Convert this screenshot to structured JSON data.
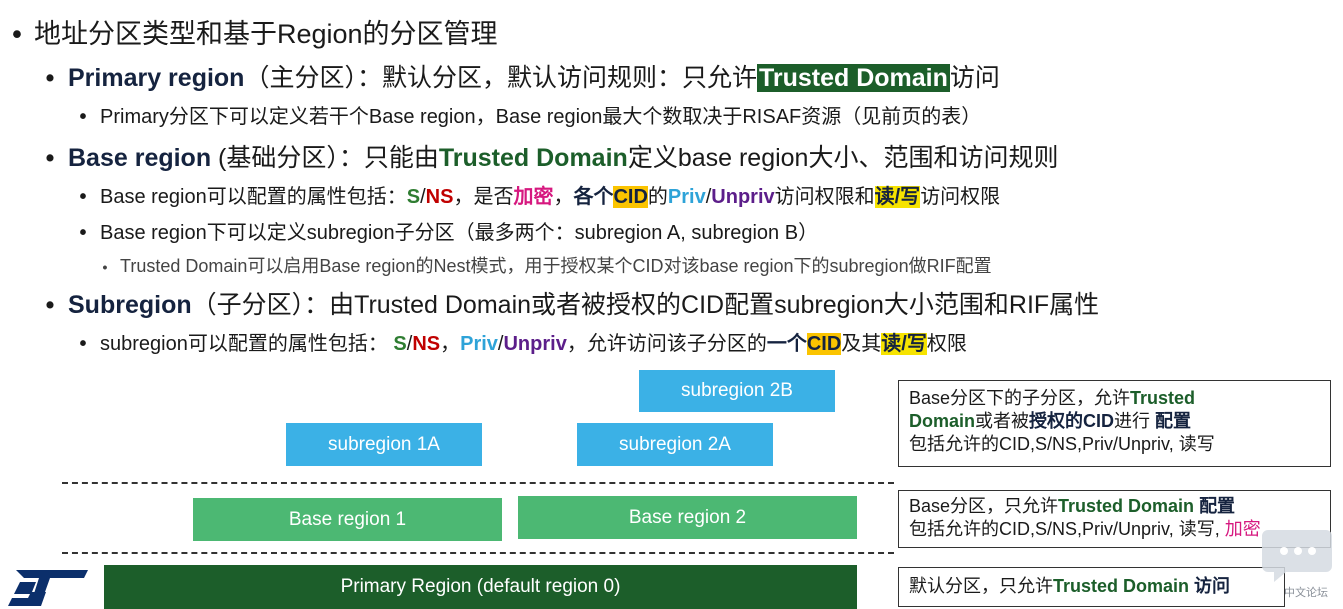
{
  "l1": {
    "bullet": "•",
    "text": "地址分区类型和基于Region的分区管理"
  },
  "l2": {
    "bullet": "•",
    "a": "Primary region",
    "b": "（主分区）：默认分区，默认访问规则：只允许",
    "c": "Trusted Domain",
    "d": "访问"
  },
  "l3": {
    "bullet": "•",
    "text": "Primary分区下可以定义若干个Base region，Base region最大个数取决于RISAF资源（见前页的表）"
  },
  "l4": {
    "bullet": "•",
    "a": "Base region",
    "b": " (基础分区）：只能由",
    "c": "Trusted Domain",
    "d": "定义base region大小、范围和访问规则"
  },
  "l5": {
    "bullet": "•",
    "a": "Base region可以配置的属性包括：",
    "b": "S",
    "c": "/",
    "d": "NS",
    "e": "，是否",
    "f": "加密",
    "g": "，",
    "h": "各个",
    "i": "CID",
    "j": "的",
    "k": "Priv",
    "l": "/",
    "m": "Unpriv",
    "n": "访问权限和",
    "o": "读/写",
    "p": "访问权限"
  },
  "l6": {
    "bullet": "•",
    "text": "Base region下可以定义subregion子分区（最多两个：subregion A, subregion B）"
  },
  "l7": {
    "bullet": "•",
    "text": "Trusted Domain可以启用Base region的Nest模式，用于授权某个CID对该base region下的subregion做RIF配置"
  },
  "l8": {
    "bullet": "•",
    "a": "Subregion",
    "b": "（子分区）：由Trusted Domain或者被授权的CID配置subregion大小范围和RIF属性"
  },
  "l9": {
    "bullet": "•",
    "a": "subregion可以配置的属性包括：  ",
    "b": "S",
    "c": "/",
    "d": "NS",
    "e": "，",
    "f": "Priv",
    "g": "/",
    "h": "Unpriv",
    "i": "，允许访问该子分区的",
    "j": "一个",
    "k": "CID",
    "l": "及其",
    "m": "读/写",
    "n": "权限"
  },
  "diagram": {
    "sub_1a": "subregion 1A",
    "sub_2a": "subregion 2A",
    "sub_2b": "subregion 2B",
    "base_1": "Base region 1",
    "base_2": "Base region 2",
    "primary": "Primary Region (default region 0)"
  },
  "notes": {
    "n1": {
      "a": "Base分区下的子分区，允许",
      "b": "Trusted",
      "c": "Domain",
      "d": "或者被",
      "e": "授权的CID",
      "f": "进行 ",
      "g": "配置",
      "h": "包括允许的CID,S/NS,Priv/Unpriv, 读写"
    },
    "n2": {
      "a": "Base分区，只允许",
      "b": "Trusted Domain ",
      "c": "配置",
      "d": "包括允许的CID,S/NS,Priv/Unpriv, 读写, ",
      "e": "加密"
    },
    "n3": {
      "a": "默认分区，只允许",
      "b": "Trusted Domain ",
      "c": "访问"
    }
  },
  "watermark_text": "中文论坛",
  "logo_icon": "st-logo",
  "colors": {
    "sub": "#3bb1e6",
    "base": "#4cb873",
    "primary": "#1c5e2a",
    "highlight_yellow": "#f6e300",
    "highlight_gold": "#fbc400"
  }
}
